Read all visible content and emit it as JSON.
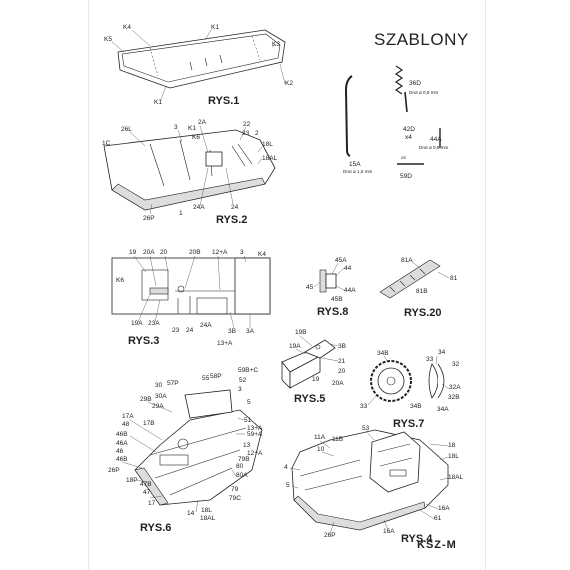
{
  "title": "SZABLONY",
  "logo": {
    "brand": "KSZ-M"
  },
  "figures": {
    "rys1": {
      "caption": "RYS.1",
      "labels": [
        "K4",
        "K1",
        "K5",
        "K3",
        "K2",
        "K1"
      ]
    },
    "rys2": {
      "caption": "RYS.2",
      "labels": [
        "26L",
        "3",
        "K1",
        "2A",
        "22",
        "23",
        "2",
        "1C",
        "K6",
        "18L",
        "18AL",
        "26P",
        "1",
        "24A",
        "24"
      ]
    },
    "rys3": {
      "caption": "RYS.3",
      "labels": [
        "19",
        "20A",
        "20",
        "20B",
        "12+A",
        "3",
        "K4",
        "K6",
        "19A",
        "23A",
        "23",
        "24",
        "24A",
        "3B",
        "3A",
        "13+A"
      ]
    },
    "rys4": {
      "caption": "RYS.4",
      "labels": [
        "53",
        "11A",
        "11B",
        "10",
        "4",
        "5",
        "18",
        "18L",
        "18AL",
        "16A",
        "61",
        "16A",
        "26P"
      ]
    },
    "rys5": {
      "caption": "RYS.5",
      "labels": [
        "19B",
        "19A",
        "3B",
        "21",
        "20",
        "20A",
        "19"
      ]
    },
    "rys6": {
      "caption": "RYS.6",
      "labels": [
        "58P",
        "59B+C",
        "55",
        "52",
        "3",
        "30",
        "57P",
        "29B",
        "30A",
        "29A",
        "17B",
        "17A",
        "48",
        "46B",
        "46A",
        "46",
        "46B",
        "26P",
        "18P",
        "47B",
        "47",
        "17",
        "14",
        "18AL",
        "18L",
        "79C",
        "79",
        "80A",
        "80",
        "79B",
        "13",
        "12+A",
        "59+A",
        "13+A",
        "51",
        "5"
      ]
    },
    "rys7": {
      "caption": "RYS.7",
      "labels": [
        "34B",
        "34",
        "33",
        "32",
        "32A",
        "32B",
        "34A",
        "33",
        "34B"
      ]
    },
    "rys8": {
      "caption": "RYS.8",
      "labels": [
        "45A",
        "44",
        "45",
        "44A",
        "45B"
      ]
    },
    "rys20": {
      "caption": "RYS.20",
      "labels": [
        "81A",
        "81",
        "81B"
      ]
    },
    "wires": {
      "labels": [
        "36D",
        "42D",
        "x4",
        "44A",
        "15A",
        "59D",
        "x4"
      ],
      "notes": [
        "Drut ø 0,5 mm",
        "Drut ø 1,5 mm",
        "Drut ø 0,5 mm"
      ]
    }
  }
}
